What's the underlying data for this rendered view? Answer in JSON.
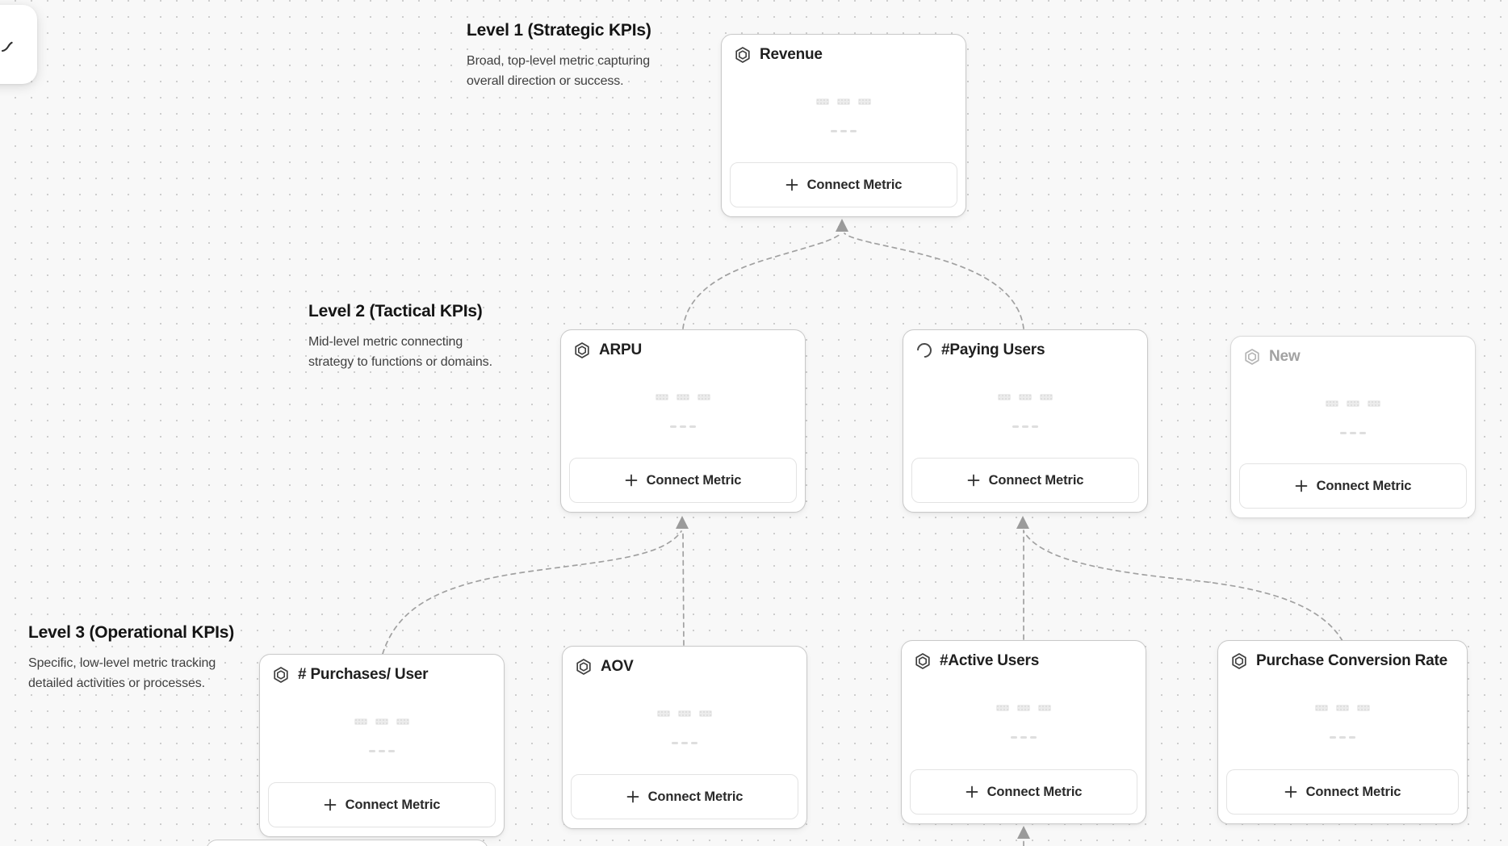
{
  "levels": [
    {
      "title": "Level 1 (Strategic KPIs)",
      "description": "Broad, top-level metric capturing overall direction or success."
    },
    {
      "title": "Level 2 (Tactical KPIs)",
      "description": "Mid-level metric connecting strategy to functions or domains."
    },
    {
      "title": "Level 3 (Operational KPIs)",
      "description": "Specific, low-level metric tracking detailed activities or processes."
    }
  ],
  "cards": {
    "revenue": {
      "title": "Revenue",
      "icon": "hexagon-metric-icon",
      "state": "default"
    },
    "arpu": {
      "title": "ARPU",
      "icon": "hexagon-metric-icon",
      "state": "default"
    },
    "paying_users": {
      "title": "#Paying Users",
      "icon": "spinner-icon",
      "state": "loading"
    },
    "new_metric": {
      "title": "New",
      "icon": "hexagon-metric-icon",
      "state": "draft"
    },
    "purchases_per_user": {
      "title": "# Purchases/ User",
      "icon": "hexagon-metric-icon",
      "state": "default"
    },
    "aov": {
      "title": "AOV",
      "icon": "hexagon-metric-icon",
      "state": "default"
    },
    "active_users": {
      "title": "#Active Users",
      "icon": "hexagon-metric-icon",
      "state": "default"
    },
    "purchase_conversion_rate": {
      "title": "Purchase Conversion Rate",
      "icon": "hexagon-metric-icon",
      "state": "default"
    }
  },
  "ui": {
    "connect_metric_label": "Connect Metric"
  },
  "colors": {
    "canvas_background": "#f8f8f8",
    "grid_dot": "#cdcdcd",
    "card_border": "#c9c9c9",
    "card_title": "#1f1f1f",
    "draft_title": "#a2a2a2",
    "heading": "#141414",
    "description": "#3f3f3f",
    "connector": "#a1a1a1",
    "arrowhead": "#9b9b9b",
    "skeleton": "#ececec"
  }
}
